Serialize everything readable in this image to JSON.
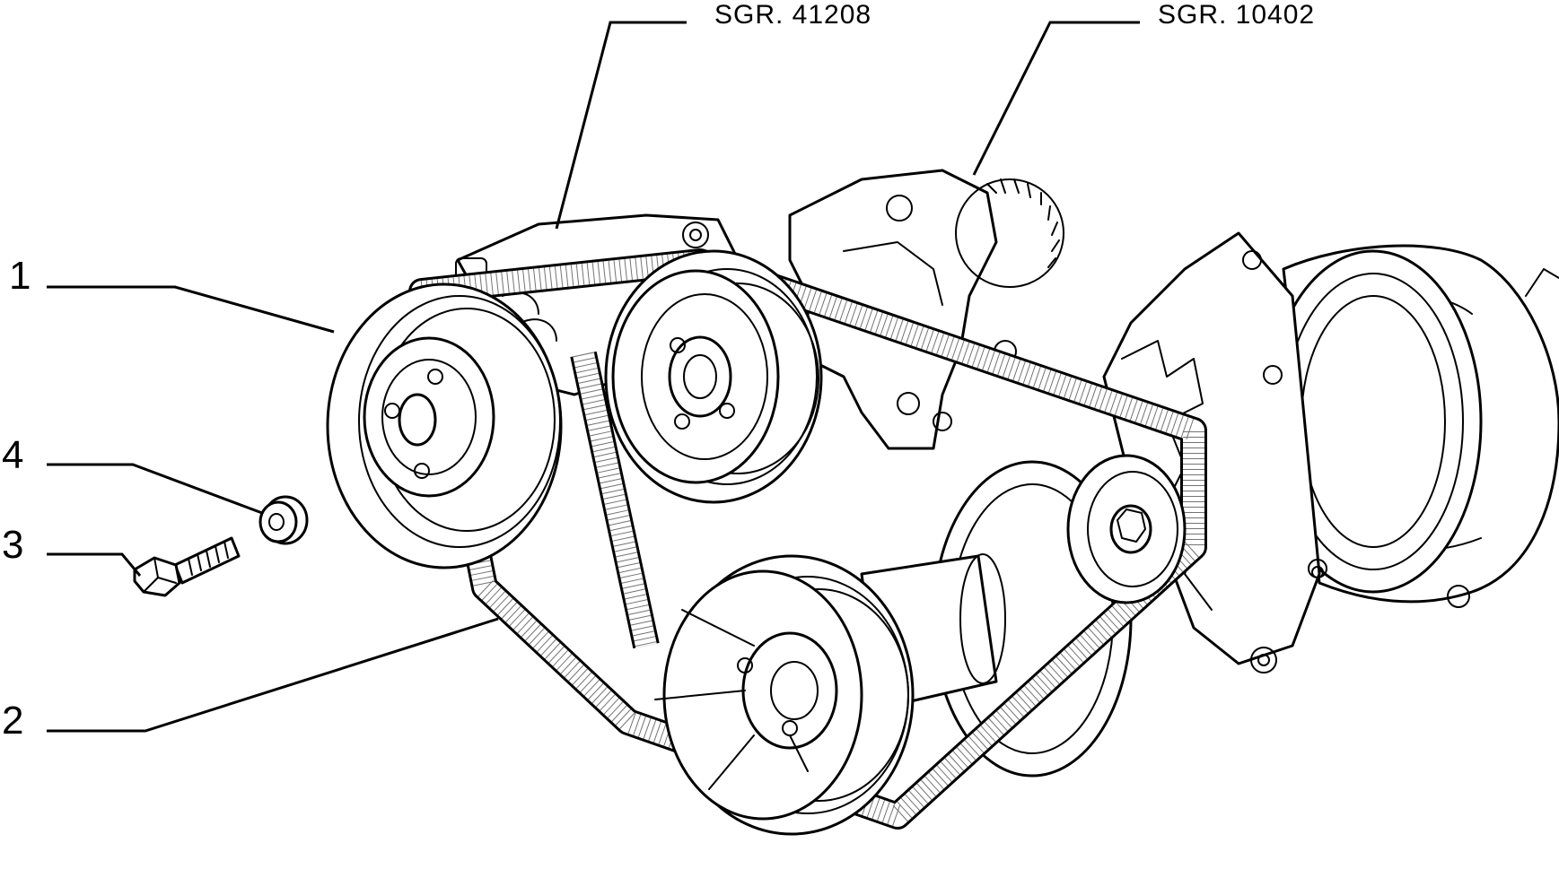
{
  "references": [
    {
      "text": "SGR. 41208"
    },
    {
      "text": "SGR. 10402"
    }
  ],
  "callouts": [
    {
      "number": "1"
    },
    {
      "number": "4"
    },
    {
      "number": "3"
    },
    {
      "number": "2"
    }
  ]
}
